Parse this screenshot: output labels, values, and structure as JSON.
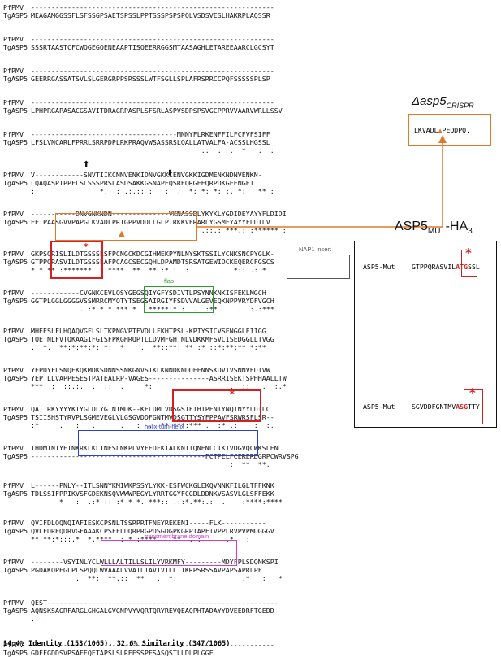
{
  "alignment": {
    "blocks": [
      {
        "lines": [
          {
            "name": "PfPMV",
            "seq": "------------------------------------------------------------"
          },
          {
            "name": "TgASP5",
            "seq": "MEAGAMGGSSFLSFSSGPSAETSPSSLPPTSSSPSPSPQLVSDSVESLHAKRPLAQSSR"
          }
        ]
      },
      {
        "lines": [
          {
            "name": "PfPMV",
            "seq": "------------------------------------------------------------"
          },
          {
            "name": "TgASP5",
            "seq": "SSSRTAASTCFCWQGEGQENEAAPTISQEERRGGSMTAASAGHLETAREEAARCLGCSYT"
          }
        ]
      },
      {
        "lines": [
          {
            "name": "PfPMV",
            "seq": "------------------------------------------------------------"
          },
          {
            "name": "TgASP5",
            "seq": "GEERRGASSATSVLSLGERGRPPSRSSSLWTFSGLLSPLAFRSRRCCPQFSSSSSPLSP"
          }
        ]
      },
      {
        "lines": [
          {
            "name": "PfPMV",
            "seq": "------------------------------------------------------------"
          },
          {
            "name": "TgASP5",
            "seq": "LPHPRGAPASACGSAVITDRAGRPASPLSFSRLASPVSDPSPSVGCPPRVVAARVWRLLSSV"
          }
        ]
      },
      {
        "lines": [
          {
            "name": "PfPMV",
            "seq": "------------------------------------MNNYFLRKENFFILFCFVFSIFF"
          },
          {
            "name": "TgASP5",
            "seq": "LFSLVNCARLFPRRLSRRPDPLRKPRAQVWSASSRSLQALLATVALFA-ACSSLHGSSL"
          },
          {
            "name": "",
            "seq": "                                          ::  :  .  *   :  :"
          }
        ]
      },
      {
        "lines": [
          {
            "name": "PfPMV",
            "seq": "V------------SNVTIIKCNNVENKIDNVGKKIENVGKKIGDMENKNDNVENKN-"
          },
          {
            "name": "TgASP5",
            "seq": "LQAQASPTPPFLSLSSSPRSLASDSAKKGSNAPEQSREQRGEEQRPDKGEENGET"
          },
          {
            "name": "",
            "seq": ":                *.  : .:.:: :   :  .  *: *: *: :. *:   ** :"
          }
        ]
      },
      {
        "lines": [
          {
            "name": "PfPMV",
            "seq": "-----------DNVGNKNDN--------------VKNASSDLYKYKLYGDIDEYAYYFLDIDI"
          },
          {
            "name": "TgASP5",
            "seq": "EETPAASGVVPAPGLKVADLPRTGPPVDDLLGLPIRKKVFRARLYGSMFYAYYFLDILV"
          },
          {
            "name": "",
            "seq": "                                          .::.: ***.: :****** :"
          }
        ]
      },
      {
        "lines": [
          {
            "name": "PfPMV",
            "seq": "GKPSQRISLILDTGSSSLSFPCNGCKDCGIHMEKPYNLNYSKTSSILYCNKSNCPYGLK-"
          },
          {
            "name": "TgASP5",
            "seq": "GTPPQRASVILDTGSSSLAFPCAGCSECGQHLDPAMDTSRSATGEWIDCKEQERCFGSCS"
          },
          {
            "name": "",
            "seq": "*.* ** :*******  *:****  **  ** :*.:  :           *:: .: *"
          }
        ]
      },
      {
        "lines": [
          {
            "name": "PfPMV",
            "seq": "------------CVGNKCEVLQSYGEGSQIYGFYSDIVTLPSYNNKNKISFEKLMGCH"
          },
          {
            "name": "TgASP5",
            "seq": "GGTPLGGLGGGGVSSMRRCMYQTYTSEGSAIRGIYFSDVVALGEVEQKNPPVRYDFVGCH"
          },
          {
            "name": "",
            "seq": "            . :* *.*.*** *   *****:* :  .  :**     .  :.:***"
          }
        ]
      },
      {
        "lines": [
          {
            "name": "PfPMV",
            "seq": "MHEESLFLHQAQVGFLSLTKPNGVPTFVDLLFKHTPSL-KPIYSICVSENGGLEIIGG"
          },
          {
            "name": "TgASP5",
            "seq": "TQETNLFVTQKAAGIFGISFPKGHRQPTLLDVMFGHTNLVDKKMFSVCISEDGGLLTVGG"
          },
          {
            "name": "",
            "seq": ".  *.  **:*:**:*: *:  *    .  **::**: ** :* ::*:**:** *:**"
          }
        ]
      },
      {
        "lines": [
          {
            "name": "PfPMV",
            "seq": "YEPDYFLSNQEKQKMDKSDNNSSNKGNVSIKLKNNDKNDDEENNSKDVIVSNNVEDIVW"
          },
          {
            "name": "TgASP5",
            "seq": "YEPTLLVAPPESESTPATEALRP-VAGES---------------ASRRISEKTSPHHAALLTW"
          },
          {
            "name": "",
            "seq": "***  :  ::.:.  .  .:  .     *:                   .  ::   .  :.*"
          }
        ]
      },
      {
        "lines": [
          {
            "name": "PfPMV",
            "seq": "QAITRKYYYYKIYGLDLYGTNIMDK--KELDMLVDSGSTFTHIPENIYNQINYYLDILC"
          },
          {
            "name": "TgASP5",
            "seq": "TSIISHSTYRVPLSGMEVEGLVLGSGVDDFGNTMVDSGTTYSYFPPAVFSRWRSFLSR--"
          },
          {
            "name": "",
            "seq": ":*     .   :   .      .   :  .  **:***:*** .  :* .:    :  :."
          }
        ]
      },
      {
        "lines": [
          {
            "name": "PfPMV",
            "seq": "IHDMTNIYEINKRKLKLTNESLNKPLVYFEDFKTALKNIIQNENLCIKIVDGVQCWKSLEN"
          },
          {
            "name": "TgASP5",
            "seq": "-------------------------------------------FCTPELFCERERDGRPCWRVSPG"
          },
          {
            "name": "",
            "seq": "                                                 :  **  **. "
          }
        ]
      },
      {
        "lines": [
          {
            "name": "PfPMV",
            "seq": "L------PNLY--ITLSNNYKMIWKPSSYLYKK-ESFWCKGLEKQVNNKFILGLTFFKNK"
          },
          {
            "name": "TgASP5",
            "seq": "TDLSSIFPPIKVSFGDEKNSQVWWWPEGYLYRRTGGYFCGDLDDNKVSASVLGLSFFEKK"
          },
          {
            "name": "",
            "seq": "       *   :  .:* :: :* * *. ***:: .::*.**:.:  .    :****:****"
          }
        ]
      },
      {
        "lines": [
          {
            "name": "PfPMV",
            "seq": "QVIFDLQQNQIAFIESKCPSNLTSSRPRTFNEYREKENI-----FLK-----------"
          },
          {
            "name": "TgASP5",
            "seq": "QVLFDREQDRVGFAAAKCPSFFLDQRPRGPDSGDGPKGRPTAPFTVPPLRVPVPMDGGGV"
          },
          {
            "name": "",
            "seq": "**:**:*:::.*  *.****  : * :****   :**  . :      .*   :"
          }
        ]
      },
      {
        "lines": [
          {
            "name": "PfPMV",
            "seq": "--------VSYINLYCLWLLLALTILLSLILYVRKMFY---------MDYFPLSDQNKSPI"
          },
          {
            "name": "TgASP5",
            "seq": "PGDAKQPEGLPLSPQQLWVAAALVVAILIAVTVILLTIKRPSRSSAVPAPSAPRLPF"
          },
          {
            "name": "",
            "seq": "           .  **:  **.::  **   .  *:                .*   :   *"
          }
        ]
      },
      {
        "lines": [
          {
            "name": "PfPMV",
            "seq": "QEST---------------------------------------------------------"
          },
          {
            "name": "TgASP5",
            "seq": "AQNSKSAGRFARGLGHGALGVGNPVYVQRTQRYREVQEAQPHTADAYYDVEEDRFTGEDD"
          },
          {
            "name": "",
            "seq": ".:.:"
          }
        ]
      },
      {
        "lines": [
          {
            "name": "PfPMV",
            "seq": "------------------------------------------------------------"
          },
          {
            "name": "TgASP5",
            "seq": "GDFFGDDSVPSAEEQETAPSLSLREESSPFSASQSTLLDLPLGGE"
          }
        ]
      }
    ],
    "footer": "14.4% Identity (153/1065), 32.6% Similarity (347/1065)"
  },
  "annotations": {
    "nap1": "NAP1 insert",
    "flap": "flap",
    "helix": "helix-turn-helix",
    "tm": "transmembrane domain"
  },
  "crispr": {
    "title_main": "Δasp5",
    "title_sub": "CRISPR",
    "seq_left": "LKVADL",
    "seq_mid": "▲",
    "seq_right": "PEQDPQ."
  },
  "mutant_panel": {
    "title_main": "ASP5",
    "title_sub": "MUT",
    "title_tag": "-HA",
    "title_tag_sub": "3",
    "row1": {
      "label": "ASP5-Mut",
      "seq_left": "GTPPQRASVIL",
      "seq_mut": "ATG",
      "seq_right": "SSL"
    },
    "row2": {
      "label": "ASP5-Mut",
      "seq_left": "SGVDDFGNTMV",
      "seq_mut": "ASG",
      "seq_right": "TTY"
    },
    "star": "*"
  },
  "colors": {
    "red": "#d42020",
    "orange": "#e07a2a",
    "green": "#2f9a2f",
    "blue": "#2a3fd4",
    "magenta": "#d23cd2",
    "gray": "#555555"
  }
}
